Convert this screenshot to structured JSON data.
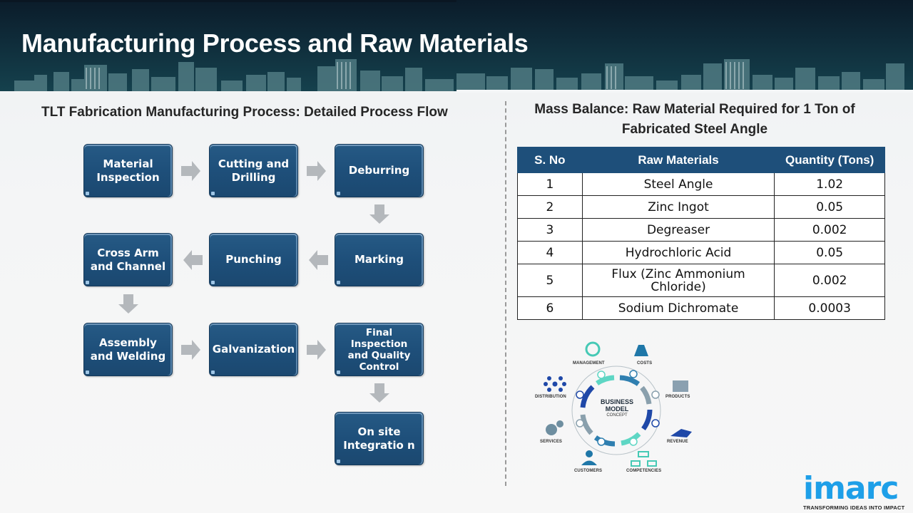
{
  "header": {
    "title": "Manufacturing Process and Raw Materials"
  },
  "process_flow": {
    "title": "TLT Fabrication Manufacturing Process: Detailed Process Flow",
    "steps": [
      "Material Inspection",
      "Cutting and Drilling",
      "Deburring",
      "Marking",
      "Punching",
      "Cross Arm and Channel",
      "Assembly and Welding",
      "Galvanization",
      "Final Inspection and Quality Control",
      "On site Integratio n"
    ],
    "box_color": "#1e4f7a",
    "arrow_color": "#b4b8bc"
  },
  "mass_balance": {
    "title": "Mass Balance: Raw Material Required for 1 Ton of Fabricated Steel Angle",
    "title_line1": "Mass Balance: Raw Material Required for 1 Ton of",
    "title_line2": "Fabricated Steel Angle",
    "columns": [
      "S. No",
      "Raw Materials",
      "Quantity (Tons)"
    ],
    "rows": [
      {
        "sno": "1",
        "material": "Steel Angle",
        "quantity": "1.02"
      },
      {
        "sno": "2",
        "material": "Zinc Ingot",
        "quantity": "0.05"
      },
      {
        "sno": "3",
        "material": "Degreaser",
        "quantity": "0.002"
      },
      {
        "sno": "4",
        "material": "Hydrochloric Acid",
        "quantity": "0.05"
      },
      {
        "sno": "5",
        "material": "Flux (Zinc Ammonium Chloride)",
        "quantity": "0.002"
      },
      {
        "sno": "6",
        "material": "Sodium Dichromate",
        "quantity": "0.0003"
      }
    ],
    "header_color": "#1e4f7a"
  },
  "business_model": {
    "center_line1": "BUSINESS",
    "center_line2": "MODEL",
    "center_line3": "CONCEPT",
    "labels": {
      "management": "MANAGEMENT",
      "costs": "COSTS",
      "distribution": "DISTRIBUTION",
      "products": "PRODUCTS",
      "services": "SERVICES",
      "revenue": "REVENUE",
      "customers": "CUSTOMERS",
      "competencies": "COMPETENCIES"
    }
  },
  "logo": {
    "word": "imarc",
    "tagline": "TRANSFORMING IDEAS INTO IMPACT",
    "color": "#1e9fe8"
  }
}
